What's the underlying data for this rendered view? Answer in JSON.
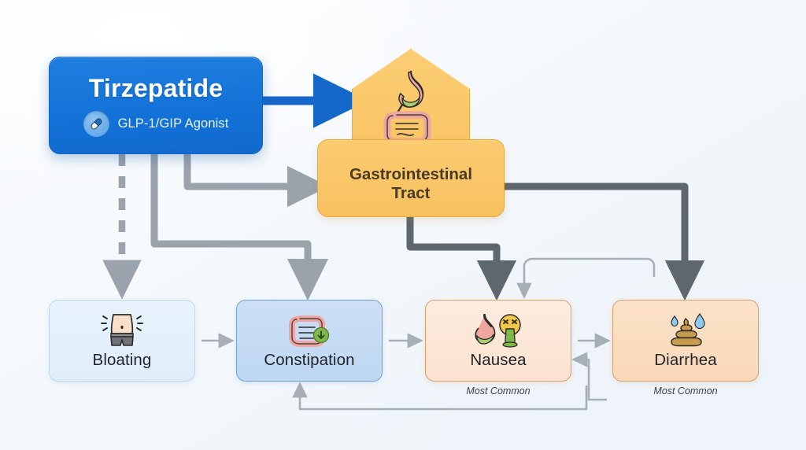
{
  "diagram": {
    "title": "Tirzepatide gastrointestinal side effect pathway",
    "colors": {
      "drug_blue": "#1373d8",
      "gi_amber": "#f9c464",
      "bloating_blue": "#e3f1fb",
      "constipation_blue": "#c5dff5",
      "nausea_peach": "#fcebdb",
      "diarrhea_peach": "#fadfc6",
      "arrow_gray": "#9aa3ab",
      "arrow_dark_gray": "#5e666e",
      "arrow_blue": "#1568ca"
    }
  },
  "drug": {
    "name": "Tirzepatide",
    "subtitle": "GLP-1/GIP Agonist",
    "icon": "pill-capsule-icon"
  },
  "organ": {
    "label_line1": "Gastrointestinal",
    "label_line2": "Tract",
    "icon": "stomach-intestines-icon"
  },
  "symptoms": [
    {
      "id": "bloating",
      "label": "Bloating",
      "icon": "bloated-abdomen-icon",
      "tag": ""
    },
    {
      "id": "constipation",
      "label": "Constipation",
      "icon": "intestines-slow-down-icon",
      "tag": ""
    },
    {
      "id": "nausea",
      "label": "Nausea",
      "icon": "stomach-vomiting-face-icon",
      "tag": "Most Common"
    },
    {
      "id": "diarrhea",
      "label": "Diarrhea",
      "icon": "loose-stool-droplets-icon",
      "tag": "Most Common"
    }
  ],
  "edges": [
    {
      "id": "drug-to-gi",
      "from": "Tirzepatide",
      "to": "Gastrointestinal Tract",
      "style": "solid-blue-thick"
    },
    {
      "id": "drug-to-gi-secondary",
      "from": "Tirzepatide",
      "to": "Gastrointestinal Tract",
      "style": "solid-gray"
    },
    {
      "id": "drug-to-bloating",
      "from": "Tirzepatide",
      "to": "Bloating",
      "style": "dashed-gray"
    },
    {
      "id": "drug-to-constipation",
      "from": "Tirzepatide",
      "to": "Constipation",
      "style": "solid-gray"
    },
    {
      "id": "gi-to-nausea",
      "from": "Gastrointestinal Tract",
      "to": "Nausea",
      "style": "solid-dark-gray"
    },
    {
      "id": "gi-to-diarrhea",
      "from": "Gastrointestinal Tract",
      "to": "Diarrhea",
      "style": "solid-dark-gray"
    },
    {
      "id": "bloating-to-constipation",
      "from": "Bloating",
      "to": "Constipation",
      "style": "solid-gray-thin"
    },
    {
      "id": "constipation-to-nausea",
      "from": "Constipation",
      "to": "Nausea",
      "style": "solid-gray-thin"
    },
    {
      "id": "nausea-to-diarrhea",
      "from": "Nausea",
      "to": "Diarrhea",
      "style": "solid-gray-thin"
    },
    {
      "id": "diarrhea-to-nausea-feedback",
      "from": "Diarrhea",
      "to": "Nausea",
      "style": "solid-gray-thin"
    },
    {
      "id": "nausea-to-constipation-feedback",
      "from": "Nausea",
      "to": "Constipation",
      "style": "solid-gray-thin"
    }
  ]
}
